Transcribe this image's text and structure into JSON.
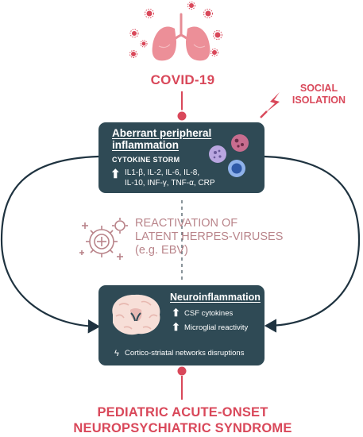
{
  "colors": {
    "accent_red": "#d9485a",
    "box_fill": "#2f4a55",
    "muted_text": "#b9848a",
    "connector": "#1f3340"
  },
  "icons": [
    "lungs-icon",
    "virus-particle-icon",
    "lightning-bolt-icon",
    "blood-cell-icon",
    "herpes-virus-icon",
    "brain-icon",
    "up-arrow-icon"
  ],
  "covid": {
    "label": "COVID-19"
  },
  "social_isolation": {
    "line1": "SOCIAL",
    "line2": "ISOLATION"
  },
  "peripheral": {
    "title_line1": "Aberrant peripheral",
    "title_line2": "inflammation",
    "subtitle": "CYTOKINE STORM",
    "arrow": "⬆",
    "cytokines_line1": "IL1-β, IL-2, IL-6, IL-8,",
    "cytokines_line2": "IL-10, INF-γ, TNF-α, CRP"
  },
  "reactivation": {
    "line1": "REACTIVATION OF",
    "line2": "LATENT HERPES-VIRUSES",
    "line3": "(e.g. EBV)"
  },
  "neuro": {
    "title": "Neuroinflammation",
    "arrow": "⬆",
    "item1": "CSF cytokines",
    "item2": "Microglial reactivity",
    "bolt": "ϟ",
    "disruption": "Cortico-striatal networks disruptions"
  },
  "outcome": {
    "line1": "PEDIATRIC ACUTE-ONSET",
    "line2": "NEUROPSYCHIATRIC SYNDROME"
  }
}
